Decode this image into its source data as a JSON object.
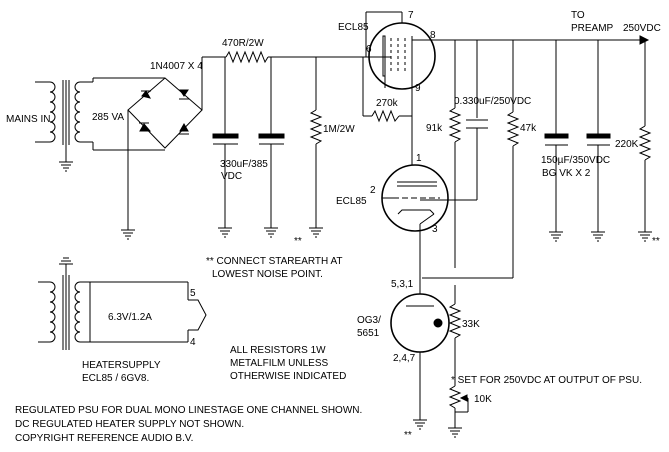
{
  "labels": {
    "mains_in": "MAINS IN",
    "power_transformer": "285 VA",
    "bridge": "1N4007 X 4",
    "r_series": "470R/2W",
    "cap1": "330uF/385",
    "cap1_vdc": "VDC",
    "r_bleed": "1M/2W",
    "tube_top": "ECL85",
    "pin7": "7",
    "pin8": "8",
    "pin6": "6",
    "pin9": "9",
    "r_270k": "270k",
    "to_preamp_1": "TO",
    "to_preamp_2": "PREAMP",
    "out_voltage": "250VDC",
    "cap_0330": "0.330uF/250VDC",
    "r_91k": "91k",
    "r_47k": "47k",
    "cap_150": "150µF/350VDC",
    "cap_150b": "BG VK  X 2",
    "r_220k": "220K",
    "tube_bottom": "ECL85",
    "pin1": "1",
    "pin2": "2",
    "pin3": "3",
    "star_note_1": "** CONNECT STAREARTH AT",
    "star_note_2": "LOWEST NOISE POINT.",
    "star_mark": "**",
    "og3_pins_top": "5,3,1",
    "og3_name_1": "OG3/",
    "og3_name_2": "5651",
    "og3_pins_bottom": "2,4,7",
    "r_33k": "33K",
    "set_note": "* SET FOR 250VDC AT OUTPUT OF PSU.",
    "r_10k": "10K",
    "heater_rating": "6.3V/1.2A",
    "heater_pin5": "5",
    "heater_pin4": "4",
    "heatersupply_1": "HEATERSUPPLY",
    "heatersupply_2": "ECL85 / 6GV8.",
    "resistors_1": "ALL RESISTORS 1W",
    "resistors_2": "METALFILM UNLESS",
    "resistors_3": "OTHERWISE INDICATED",
    "footer_1": "REGULATED PSU FOR DUAL MONO LINESTAGE ONE CHANNEL SHOWN.",
    "footer_2": "DC REGULATED HEATER SUPPLY NOT SHOWN.",
    "footer_3": "COPYRIGHT REFERENCE AUDIO B.V."
  }
}
